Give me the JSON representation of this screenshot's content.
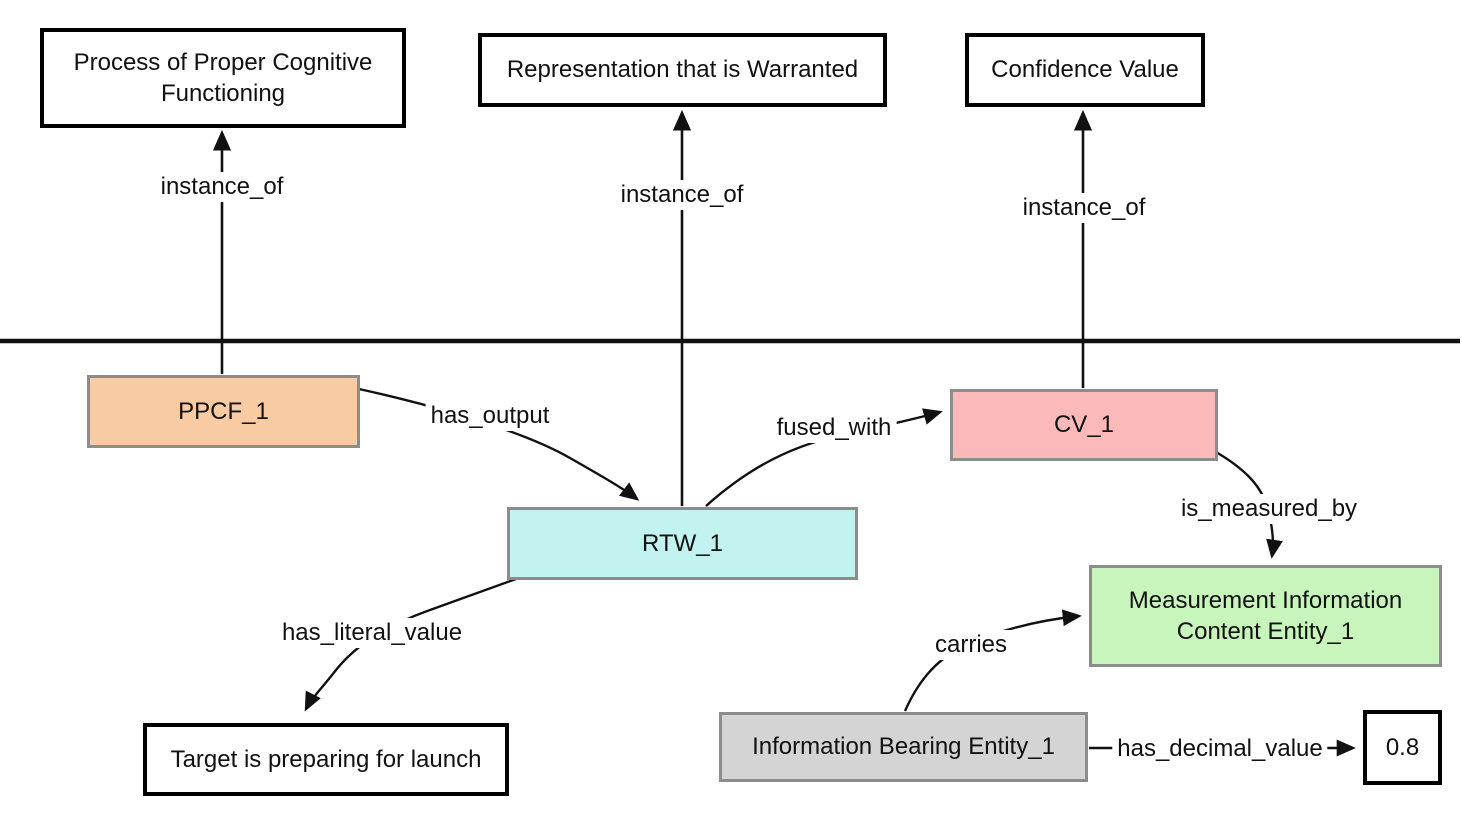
{
  "diagram": {
    "background": "#ffffff",
    "line_color": "#111111",
    "class_border_color": "#000000",
    "instance_border_color": "#8c8c8c"
  },
  "nodes": {
    "process_class": {
      "label": "Process of Proper Cognitive Functioning",
      "fill": "#ffffff"
    },
    "representation_class": {
      "label": "Representation that is Warranted",
      "fill": "#ffffff"
    },
    "confidence_class": {
      "label": "Confidence Value",
      "fill": "#ffffff"
    },
    "ppcf_1": {
      "label": "PPCF_1",
      "fill": "#f9cba3"
    },
    "rtw_1": {
      "label": "RTW_1",
      "fill": "#c2f3f0"
    },
    "cv_1": {
      "label": "CV_1",
      "fill": "#fbb9ba"
    },
    "mice_1": {
      "label": "Measurement Information Content Entity_1",
      "fill": "#c8f5bc"
    },
    "ibe_1": {
      "label": "Information Bearing Entity_1",
      "fill": "#d4d4d4"
    },
    "target_literal": {
      "label": "Target is preparing for launch",
      "fill": "#ffffff"
    },
    "decimal_literal": {
      "label": "0.8",
      "fill": "#ffffff"
    }
  },
  "edges": {
    "instance_of_ppcf": {
      "label": "instance_of"
    },
    "instance_of_rtw": {
      "label": "instance_of"
    },
    "instance_of_cv": {
      "label": "instance_of"
    },
    "has_output": {
      "label": "has_output"
    },
    "fused_with": {
      "label": "fused_with"
    },
    "is_measured_by": {
      "label": "is_measured_by"
    },
    "carries": {
      "label": "carries"
    },
    "has_literal_value": {
      "label": "has_literal_value"
    },
    "has_decimal_value": {
      "label": "has_decimal_value"
    }
  }
}
